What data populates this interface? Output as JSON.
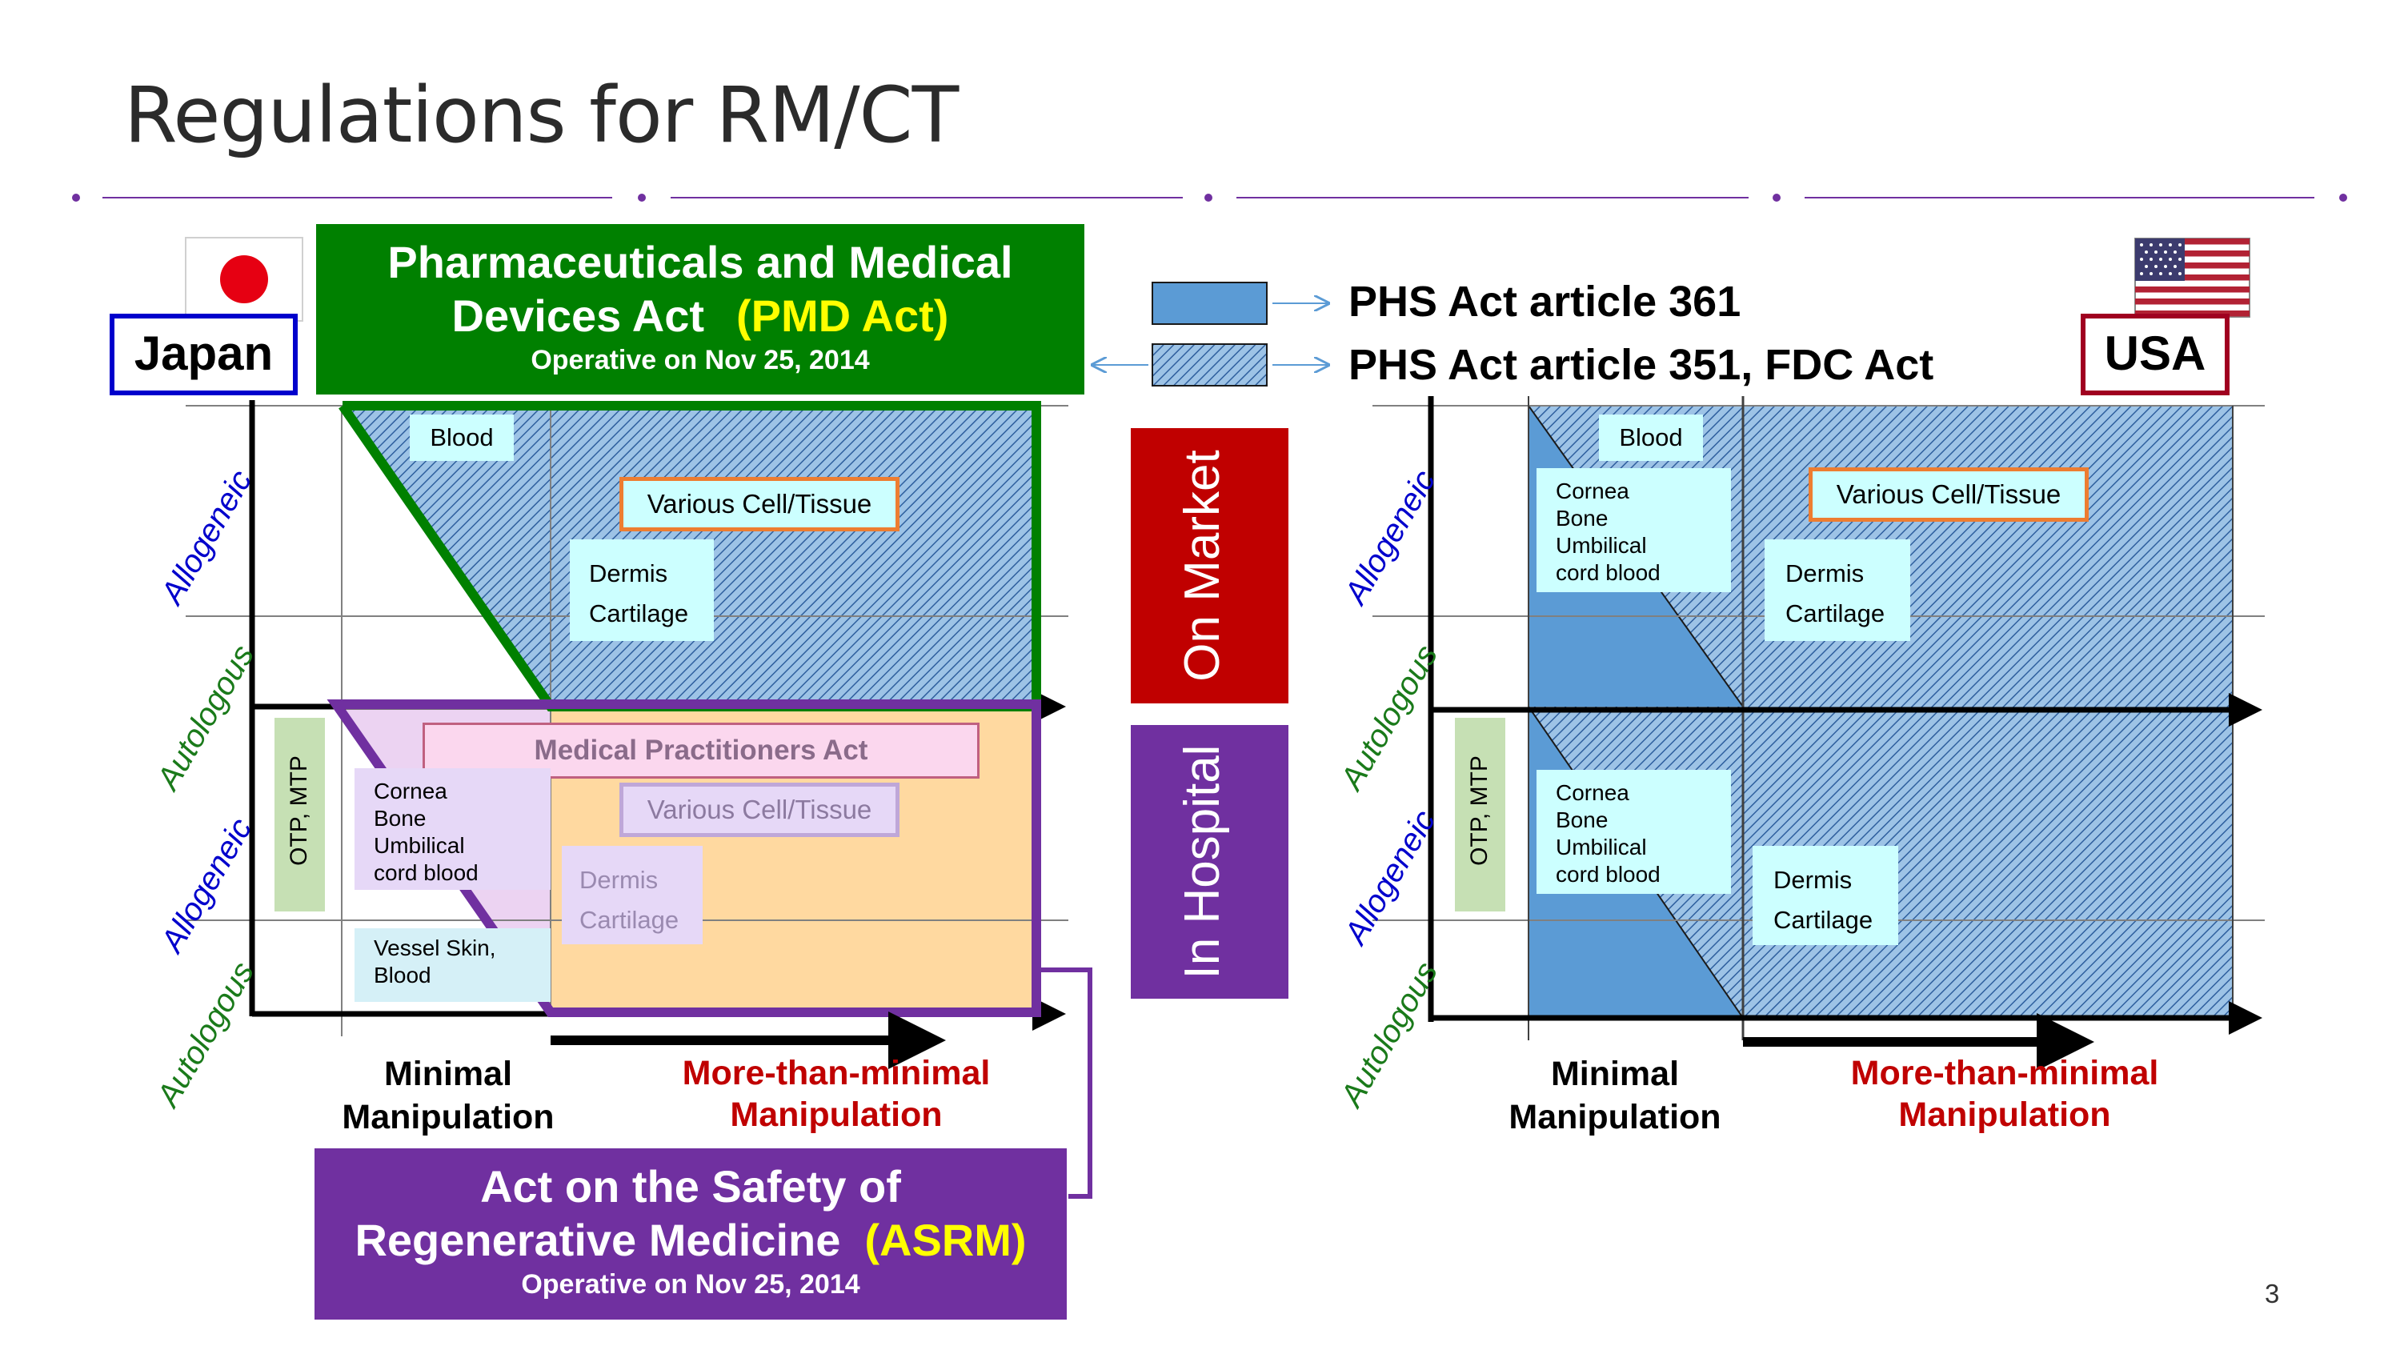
{
  "title": "Regulations for RM/CT",
  "page_number": "3",
  "japan": {
    "country_label": "Japan",
    "pmd_act": {
      "line1": "Pharmaceuticals and Medical",
      "line2_prefix": "Devices Act",
      "line2_highlight": "(PMD Act)",
      "operative": "Operative on Nov 25, 2014"
    },
    "asrm": {
      "line1": "Act on the Safety of",
      "line2_prefix": "Regenerative Medicine",
      "line2_highlight": "(ASRM)",
      "operative": "Operative on Nov 25, 2014"
    },
    "medical_practitioners_act": "Medical Practitioners Act",
    "upper": {
      "blood": "Blood",
      "various": "Various Cell/Tissue",
      "dermis": "Dermis",
      "cartilage": "Cartilage"
    },
    "lower": {
      "cornea_lines": [
        "Cornea",
        "Bone",
        "Umbilical",
        "cord blood"
      ],
      "vessel_lines": [
        "Vessel  Skin,",
        "Blood"
      ],
      "various": "Various Cell/Tissue",
      "dermis": "Dermis",
      "cartilage": "Cartilage"
    },
    "otp_mtp": "OTP, MTP",
    "y_labels": [
      "Allogeneic",
      "Autologous",
      "Allogeneic",
      "Autologous"
    ],
    "x_minimal": [
      "Minimal",
      "Manipulation"
    ],
    "x_more": [
      "More-than-minimal",
      "Manipulation"
    ]
  },
  "legend": {
    "item1": "PHS Act article 361",
    "item2": "PHS Act article 351, FDC Act",
    "colors": {
      "solid": "#5b9bd5",
      "hatched_line": "#2e5f9e"
    }
  },
  "middle": {
    "on_market": "On Market",
    "in_hospital": "In Hospital"
  },
  "usa": {
    "country_label": "USA",
    "upper": {
      "blood": "Blood",
      "cornea_lines": [
        "Cornea",
        "Bone",
        "Umbilical",
        "cord blood"
      ],
      "various": "Various Cell/Tissue",
      "dermis": "Dermis",
      "cartilage": "Cartilage"
    },
    "lower": {
      "cornea_lines": [
        "Cornea",
        "Bone",
        "Umbilical",
        "cord  blood"
      ],
      "dermis": "Dermis",
      "cartilage": "Cartilage"
    },
    "otp_mtp": "OTP, MTP",
    "y_labels": [
      "Allogeneic",
      "Autologous",
      "Allogeneic",
      "Autologous"
    ],
    "x_minimal": [
      "Minimal",
      "Manipulation"
    ],
    "x_more": [
      "More-than-minimal",
      "Manipulation"
    ]
  },
  "colors": {
    "green": "#008000",
    "purple": "#7030a0",
    "red": "#c00000",
    "blue_label": "#0000cc",
    "green_label": "#1a7a1a",
    "yellow": "#ffff00",
    "orange_border": "#ed7d31",
    "pale_cyan": "#ccffff",
    "peach": "#ffd9a0"
  }
}
